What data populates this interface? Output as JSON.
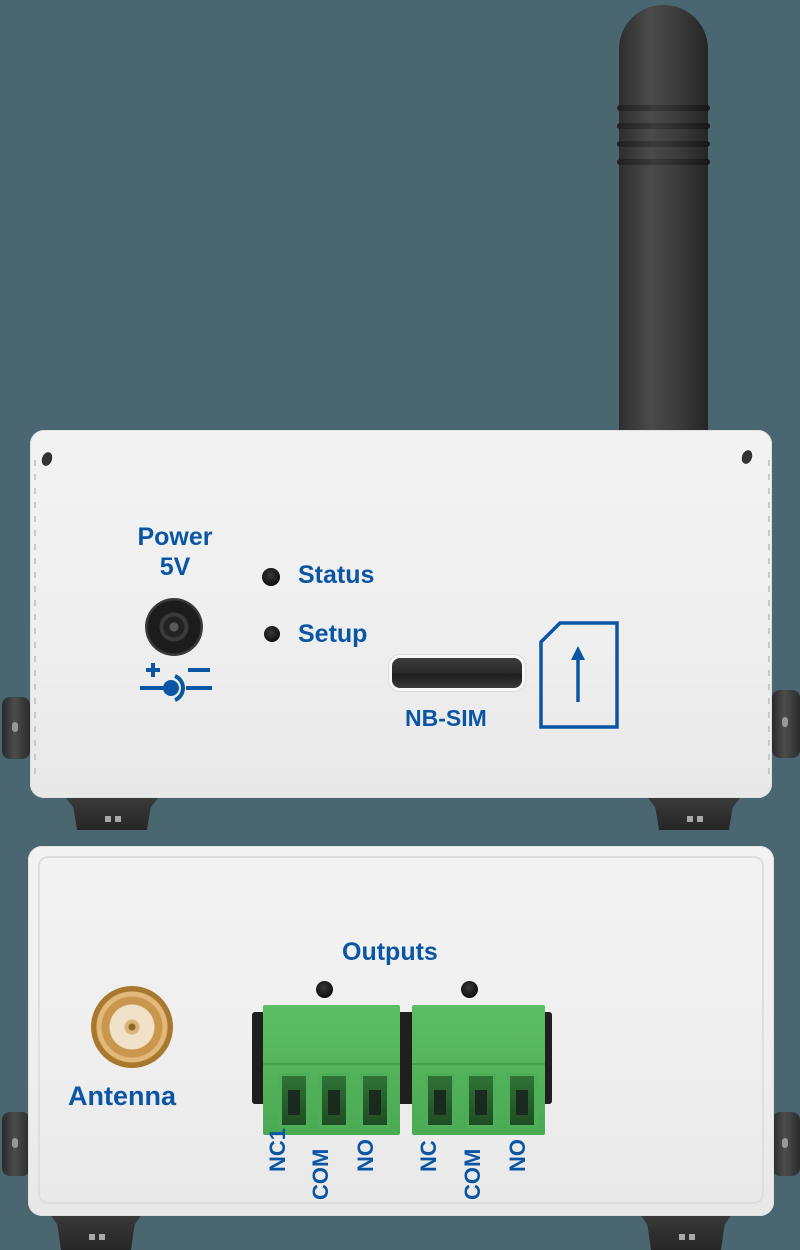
{
  "scene": {
    "description": "Product photo of an NB-IoT relay unit shown from two sides (front and rear panel)",
    "background_color": "#4a6670",
    "label_color": "#0b56a4",
    "terminal_color": "#57b85f"
  },
  "top_panel": {
    "power": {
      "title_line1": "Power",
      "title_line2": "5V",
      "polarity_icon": "dc-polarity-center-negative-icon"
    },
    "indicators": [
      {
        "label": "Status"
      },
      {
        "label": "Setup"
      }
    ],
    "sim": {
      "label": "NB-SIM",
      "icon": "sim-card-insert-up-icon"
    }
  },
  "bottom_panel": {
    "antenna": {
      "label": "Antenna"
    },
    "outputs": {
      "title": "Outputs",
      "blocks": [
        {
          "pins": [
            "NC1",
            "COM",
            "NO"
          ]
        },
        {
          "pins": [
            "NC",
            "COM",
            "NO"
          ]
        }
      ]
    }
  }
}
